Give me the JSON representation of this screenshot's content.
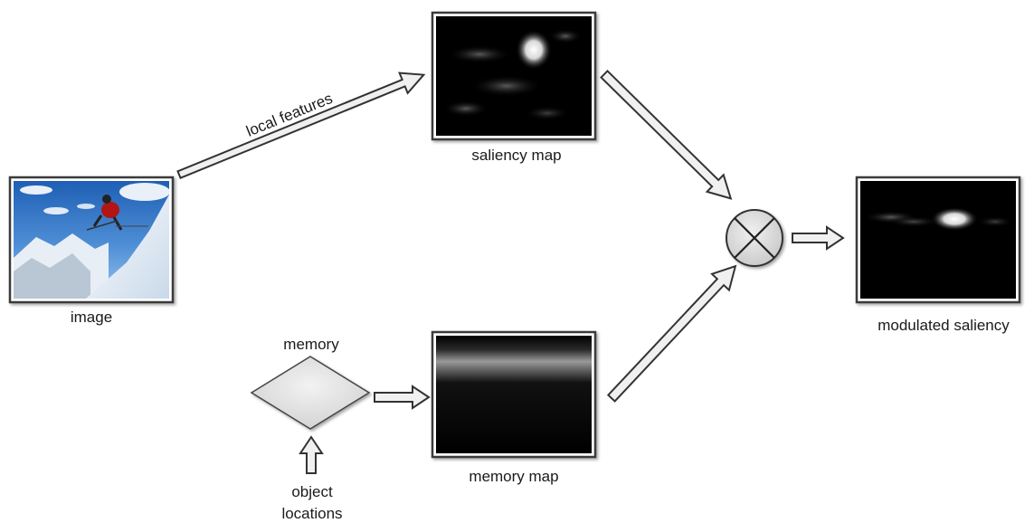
{
  "labels": {
    "image": "image",
    "local_features": "local features",
    "saliency_map": "saliency map",
    "memory": "memory",
    "memory_map": "memory map",
    "object_locations_line1": "object",
    "object_locations_line2": "locations",
    "modulated_saliency": "modulated saliency"
  },
  "colors": {
    "arrow_fill": "#f0f0f0",
    "arrow_stroke": "#333333",
    "map_background": "#000000",
    "diamond_fill": "#d9d9d9",
    "multiply_fill": "#d6d6d6"
  },
  "icons": {
    "multiply": "circle-x-multiply-icon"
  }
}
